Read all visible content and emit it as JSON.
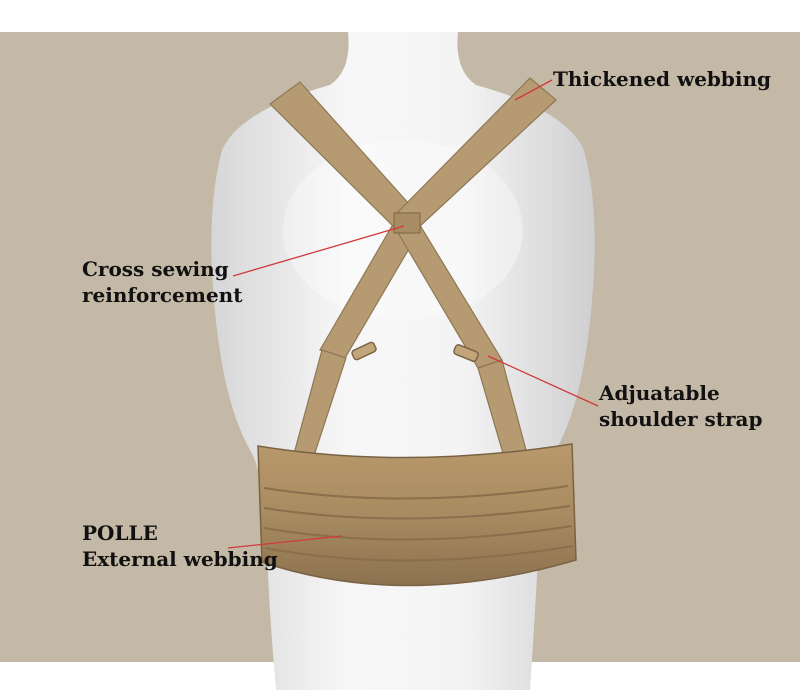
{
  "annotations": {
    "thickened_webbing": "Thickened webbing",
    "cross_sewing_line1": "Cross sewing",
    "cross_sewing_line2": "reinforcement",
    "adjustable_line1": "Adjuatable",
    "adjustable_line2": "shoulder strap",
    "polle_line1": "POLLE",
    "polle_line2": "External webbing"
  },
  "colors": {
    "background": "#c4b8a6",
    "strap": "#b59a72",
    "belt": "#a68a62",
    "mannequin": "#f2f2f2",
    "pointer_line": "#d03a3a"
  }
}
